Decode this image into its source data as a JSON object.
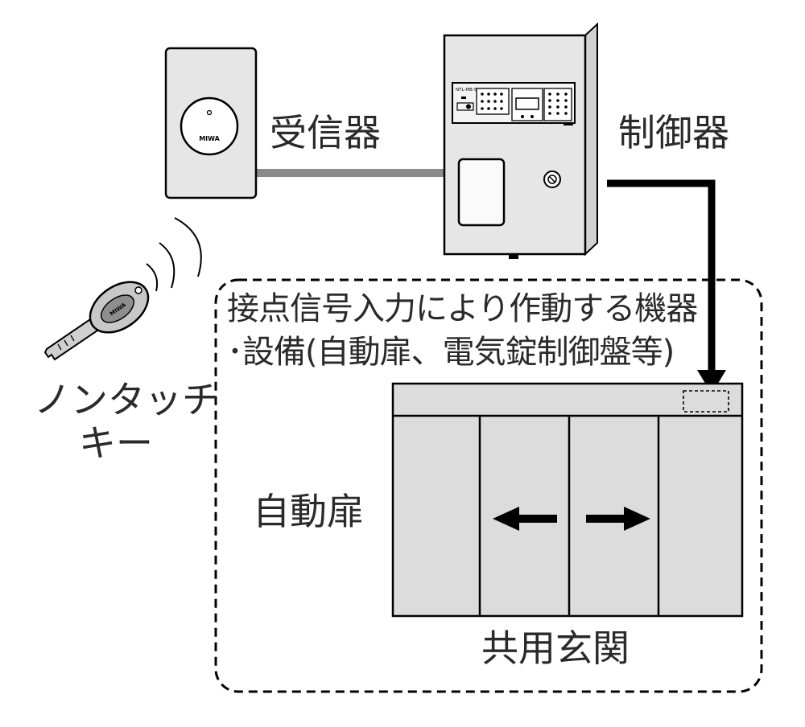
{
  "labels": {
    "receiver": "受信器",
    "controller": "制御器",
    "nontouch_key_line1": "ノンタッチ",
    "nontouch_key_line2": "キー",
    "equipment_line1": "接点信号入力により作動する機器",
    "equipment_line2": "･設備(自動扉、電気錠制御盤等)",
    "auto_door": "自動扉",
    "entrance": "共用玄関"
  },
  "brand": {
    "receiver_logo": "MIWA",
    "key_logo": "MIWA",
    "controller_plate": "NTL-MB-5"
  },
  "colors": {
    "device_fill": "#e6e6e6",
    "door_fill": "#dcdcdc",
    "cable_gray": "#8a8a8a",
    "line_black": "#000000",
    "text": "#2a2a2a"
  }
}
